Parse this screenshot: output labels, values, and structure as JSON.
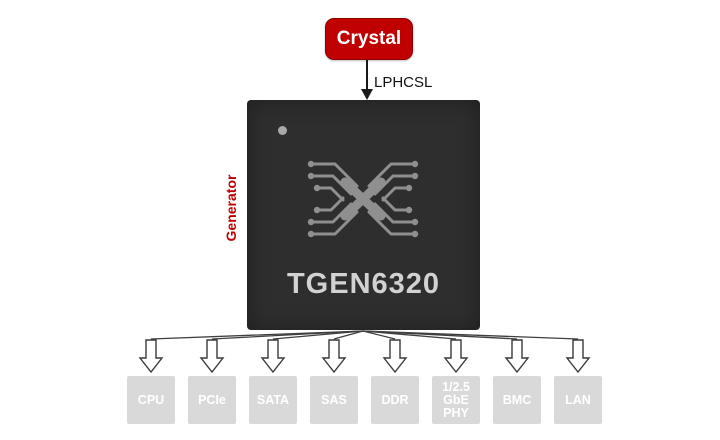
{
  "source": {
    "label": "Crystal"
  },
  "bus": {
    "label": "LPHCSL"
  },
  "chip": {
    "name": "TGEN6320",
    "side_label": "Generator"
  },
  "outputs": [
    {
      "label": "CPU"
    },
    {
      "label": "PCIe"
    },
    {
      "label": "SATA"
    },
    {
      "label": "SAS"
    },
    {
      "label": "DDR"
    },
    {
      "label": "1/2.5 GbE PHY"
    },
    {
      "label": "BMC"
    },
    {
      "label": "LAN"
    }
  ],
  "colors": {
    "accent_red": "#c00000",
    "chip_background": "#2e2e2e",
    "output_box": "#d9d9d9",
    "chip_text": "#d2d2d2"
  }
}
